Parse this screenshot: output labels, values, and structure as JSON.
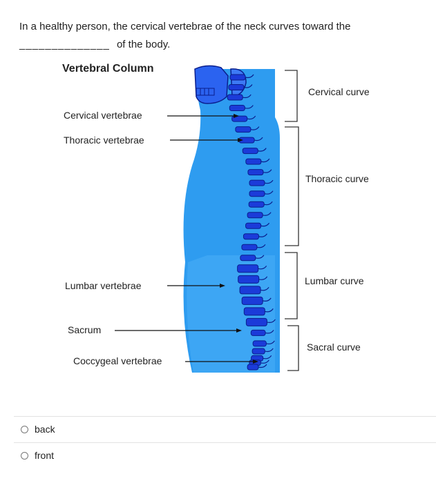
{
  "question": {
    "line1": "In a healthy person, the cervical vertebrae of the neck curves toward the",
    "blank": "______________",
    "line2": "of the body."
  },
  "diagram": {
    "title": "Vertebral Column",
    "left_labels": [
      "Cervical vertebrae",
      "Thoracic vertebrae",
      "Lumbar vertebrae",
      "Sacrum",
      "Coccygeal vertebrae"
    ],
    "right_labels": [
      "Cervical curve",
      "Thoracic curve",
      "Lumbar curve",
      "Sacral curve"
    ],
    "colors": {
      "body": "#2e9cf0",
      "body_light": "#4fb3f7",
      "spine": "#1b3bd9",
      "outline": "#0a1e8c"
    }
  },
  "options": [
    {
      "label": "back"
    },
    {
      "label": "front"
    }
  ]
}
